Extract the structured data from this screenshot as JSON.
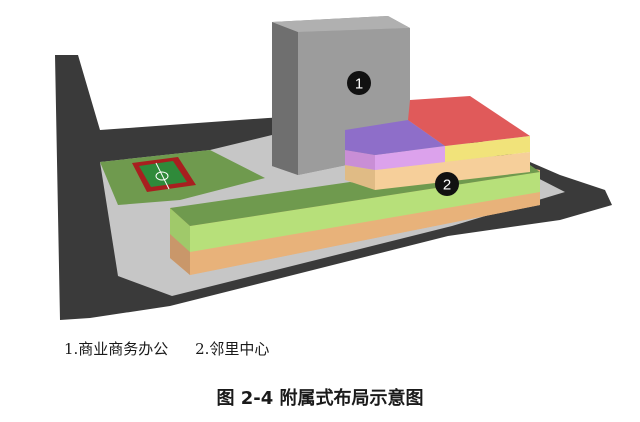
{
  "figure": {
    "caption": "图 2-4  附属式布局示意图",
    "markers": [
      {
        "id": "1",
        "label": "1"
      },
      {
        "id": "2",
        "label": "2"
      }
    ],
    "legend": [
      {
        "text": "1.商业商务办公"
      },
      {
        "text": "2.邻里中心"
      }
    ]
  }
}
